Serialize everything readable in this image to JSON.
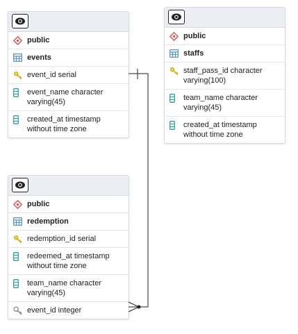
{
  "tables": [
    {
      "id": "events",
      "schema": "public",
      "name": "events",
      "columns": [
        {
          "text": "event_id serial",
          "key": "primary"
        },
        {
          "text": "event_name character varying(45)",
          "key": "none"
        },
        {
          "text": "created_at timestamp without time zone",
          "key": "none"
        }
      ]
    },
    {
      "id": "staffs",
      "schema": "public",
      "name": "staffs",
      "columns": [
        {
          "text": "staff_pass_id character varying(100)",
          "key": "primary"
        },
        {
          "text": "team_name character varying(45)",
          "key": "none"
        },
        {
          "text": "created_at timestamp without time zone",
          "key": "none"
        }
      ]
    },
    {
      "id": "redemption",
      "schema": "public",
      "name": "redemption",
      "columns": [
        {
          "text": "redemption_id serial",
          "key": "primary"
        },
        {
          "text": "redeemed_at timestamp without time zone",
          "key": "none"
        },
        {
          "text": "team_name character varying(45)",
          "key": "none"
        },
        {
          "text": "event_id integer",
          "key": "foreign"
        }
      ]
    }
  ],
  "relationships": [
    {
      "from": "redemption.event_id",
      "to": "events.event_id",
      "cardinality": "many-to-one"
    }
  ],
  "colors": {
    "schema_icon": "#d9534f",
    "table_icon": "#4a90c8",
    "primary_key": "#d8b31a",
    "foreign_key": "#8a8a8a",
    "column_icon": "#2aa198",
    "line": "#222222"
  }
}
